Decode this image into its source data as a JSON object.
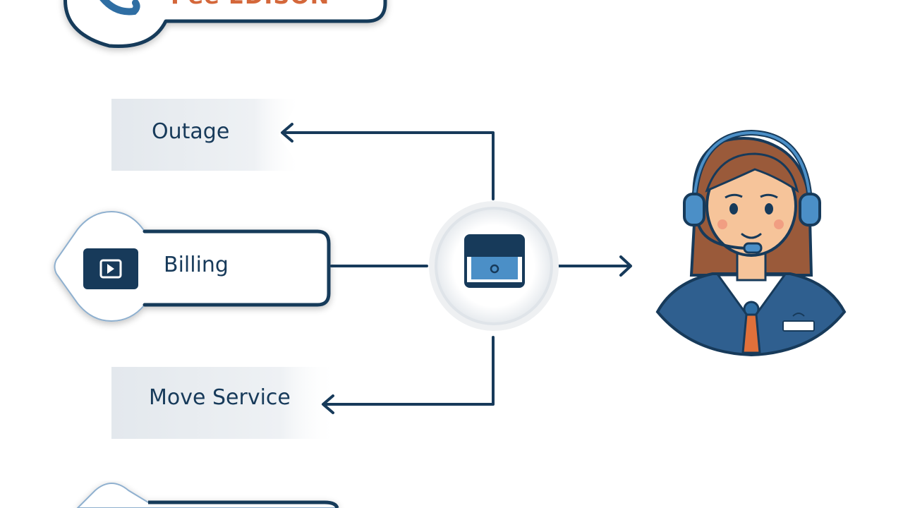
{
  "flow": {
    "header_label": "Pee EDISON",
    "options": [
      {
        "label": "Outage"
      },
      {
        "label": "Billing"
      },
      {
        "label": "Move Service"
      }
    ]
  },
  "colors": {
    "navy": "#173a5a",
    "blue": "#2f6ea3",
    "accent_orange": "#e0703a",
    "panel_gray": "#e9edf1"
  },
  "icons": {
    "header": "phone-handset-icon",
    "billing": "play-icon",
    "hub": "router-box-icon",
    "agent": "support-agent-avatar"
  }
}
